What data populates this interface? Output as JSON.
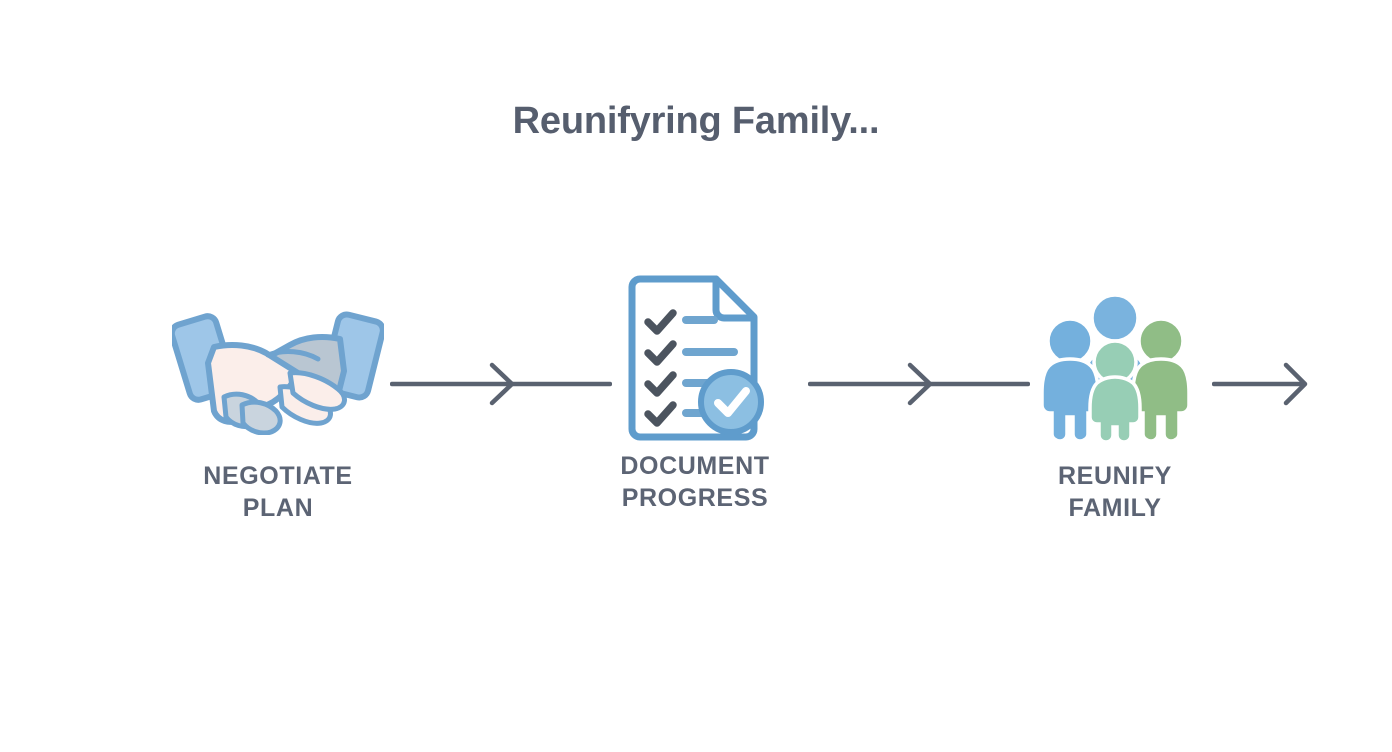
{
  "page": {
    "background_color": "#ffffff",
    "title": "Reunifyring Family...",
    "title_color": "#565e6e",
    "label_color": "#5c6474",
    "arrow_color": "#5a6270"
  },
  "flow": {
    "steps": [
      {
        "id": "negotiate-plan",
        "label": "NEGOTIATE\nPLAN",
        "icon": "handshake-icon",
        "icon_colors": {
          "sleeve": "#7fb0dc",
          "sleeve_fill": "#9ec6e8",
          "hand_light": "#fbeeea",
          "hand_gray": "#b9c6d2",
          "outline": "#6fa3cf"
        }
      },
      {
        "id": "document-progress",
        "label": "DOCUMENT\nPROGRESS",
        "icon": "document-checklist-icon",
        "icon_colors": {
          "paper_outline": "#5f9ccc",
          "paper_fill": "#ffffff",
          "check_mark": "#4c545f",
          "text_line": "#6fa5cf",
          "badge_fill": "#8cbfe2",
          "badge_ring": "#5f9ccc",
          "badge_check": "#ffffff"
        }
      },
      {
        "id": "reunify-family",
        "label": "REUNIFY\nFAMILY",
        "icon": "family-group-icon",
        "icon_colors": {
          "adult_back_blue": "#7ab3de",
          "adult_left_blue": "#74b0dd",
          "child_center_mint": "#97ceb5",
          "adult_right_green": "#90bd86"
        }
      }
    ],
    "arrows": [
      {
        "id": "arrow-1",
        "style": "mid-chevron",
        "direction": "right"
      },
      {
        "id": "arrow-2",
        "style": "mid-chevron",
        "direction": "right"
      },
      {
        "id": "arrow-3",
        "style": "end-head",
        "direction": "right"
      }
    ]
  }
}
